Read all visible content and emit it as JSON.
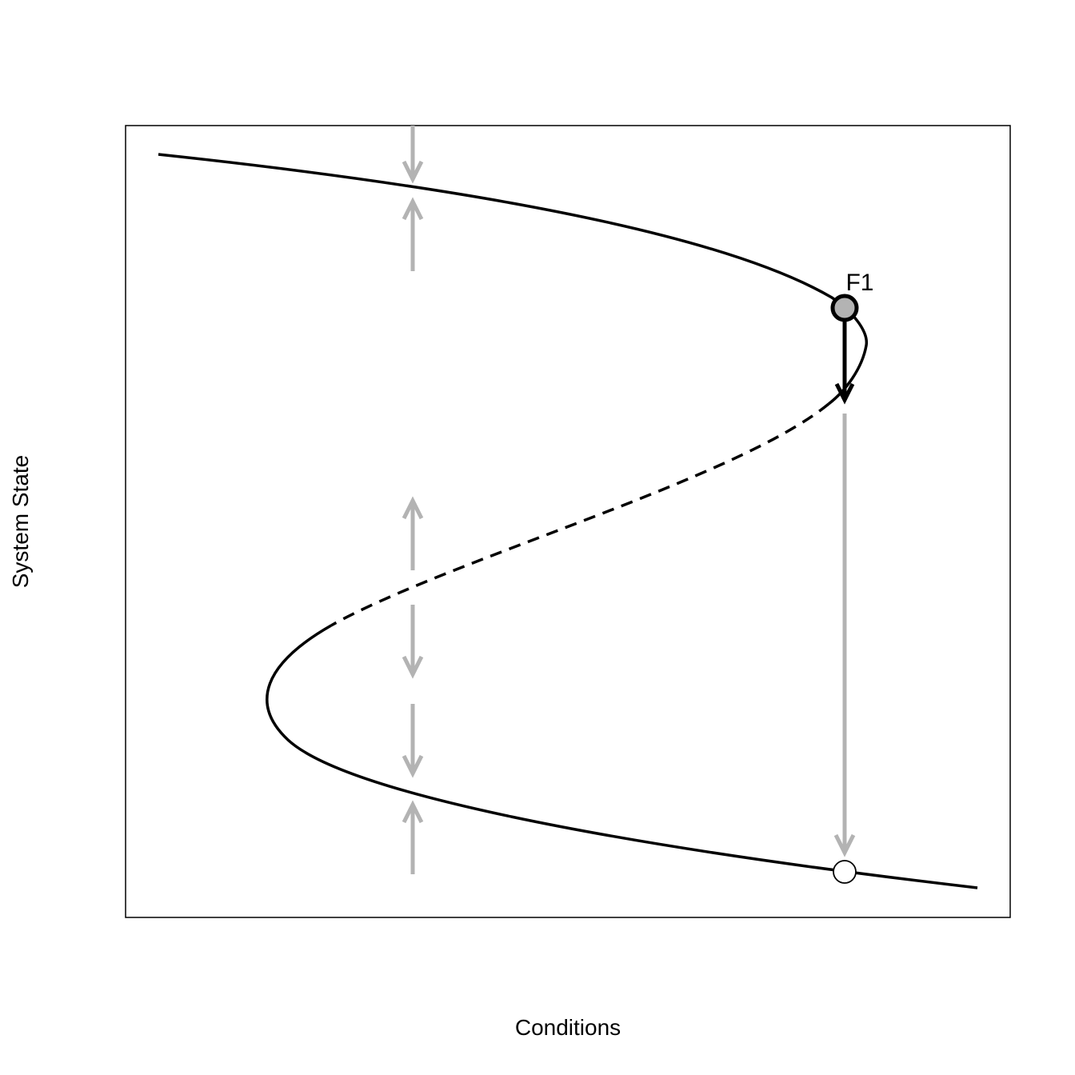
{
  "diagram": {
    "x_axis_label": "Conditions",
    "y_axis_label": "System State",
    "fold_point_label": "F1",
    "colors": {
      "curve": "#000000",
      "arrows": "#b3b3b3",
      "fold_point_fill": "#b3b3b3",
      "landing_point_fill": "#ffffff",
      "frame": "#000000"
    },
    "branches": [
      {
        "name": "upper-stable-branch",
        "style": "solid"
      },
      {
        "name": "middle-unstable-branch",
        "style": "dashed"
      },
      {
        "name": "lower-stable-branch",
        "style": "solid"
      }
    ],
    "points": [
      {
        "name": "fold-point-f1",
        "label": "F1",
        "fill": "#b3b3b3"
      },
      {
        "name": "landing-point",
        "label": "",
        "fill": "#ffffff"
      }
    ]
  }
}
